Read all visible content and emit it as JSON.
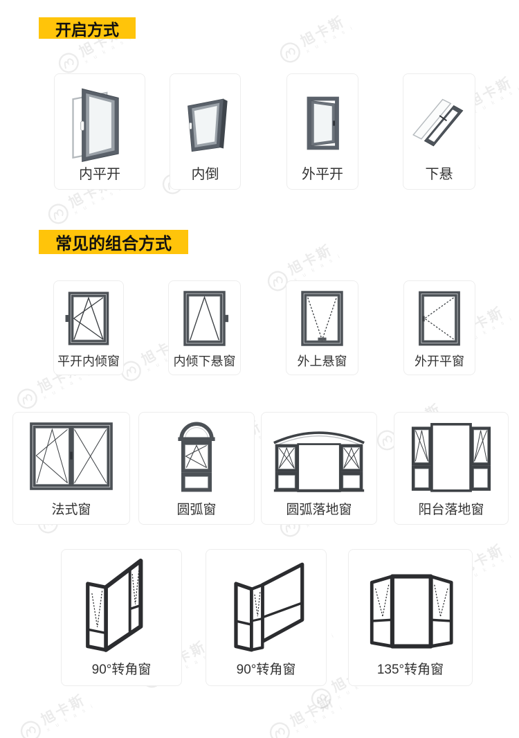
{
  "watermark": {
    "brand": "旭卡斯",
    "pinyin": "x u k a s i"
  },
  "colors": {
    "badge_bg": "#FFC40A",
    "badge_text": "#111111",
    "label_text": "#333333",
    "card_border": "#ededed",
    "frame_gray": "#5a616a",
    "diagram_frame": "#4c5156",
    "corner_frame": "#2b2c2f",
    "background": "#ffffff"
  },
  "sections": [
    {
      "title": "开启方式",
      "items": [
        {
          "label": "内平开"
        },
        {
          "label": "内倒"
        },
        {
          "label": "外平开"
        },
        {
          "label": "下悬"
        }
      ]
    },
    {
      "title": "常见的组合方式",
      "rows": [
        [
          {
            "label": "平开内倾窗"
          },
          {
            "label": "内倾下悬窗"
          },
          {
            "label": "外上悬窗"
          },
          {
            "label": "外开平窗"
          }
        ],
        [
          {
            "label": "法式窗"
          },
          {
            "label": "圆弧窗"
          },
          {
            "label": "圆弧落地窗"
          },
          {
            "label": "阳台落地窗"
          }
        ],
        [
          {
            "label": "90°转角窗"
          },
          {
            "label": "90°转角窗"
          },
          {
            "label": "135°转角窗"
          }
        ]
      ]
    }
  ]
}
